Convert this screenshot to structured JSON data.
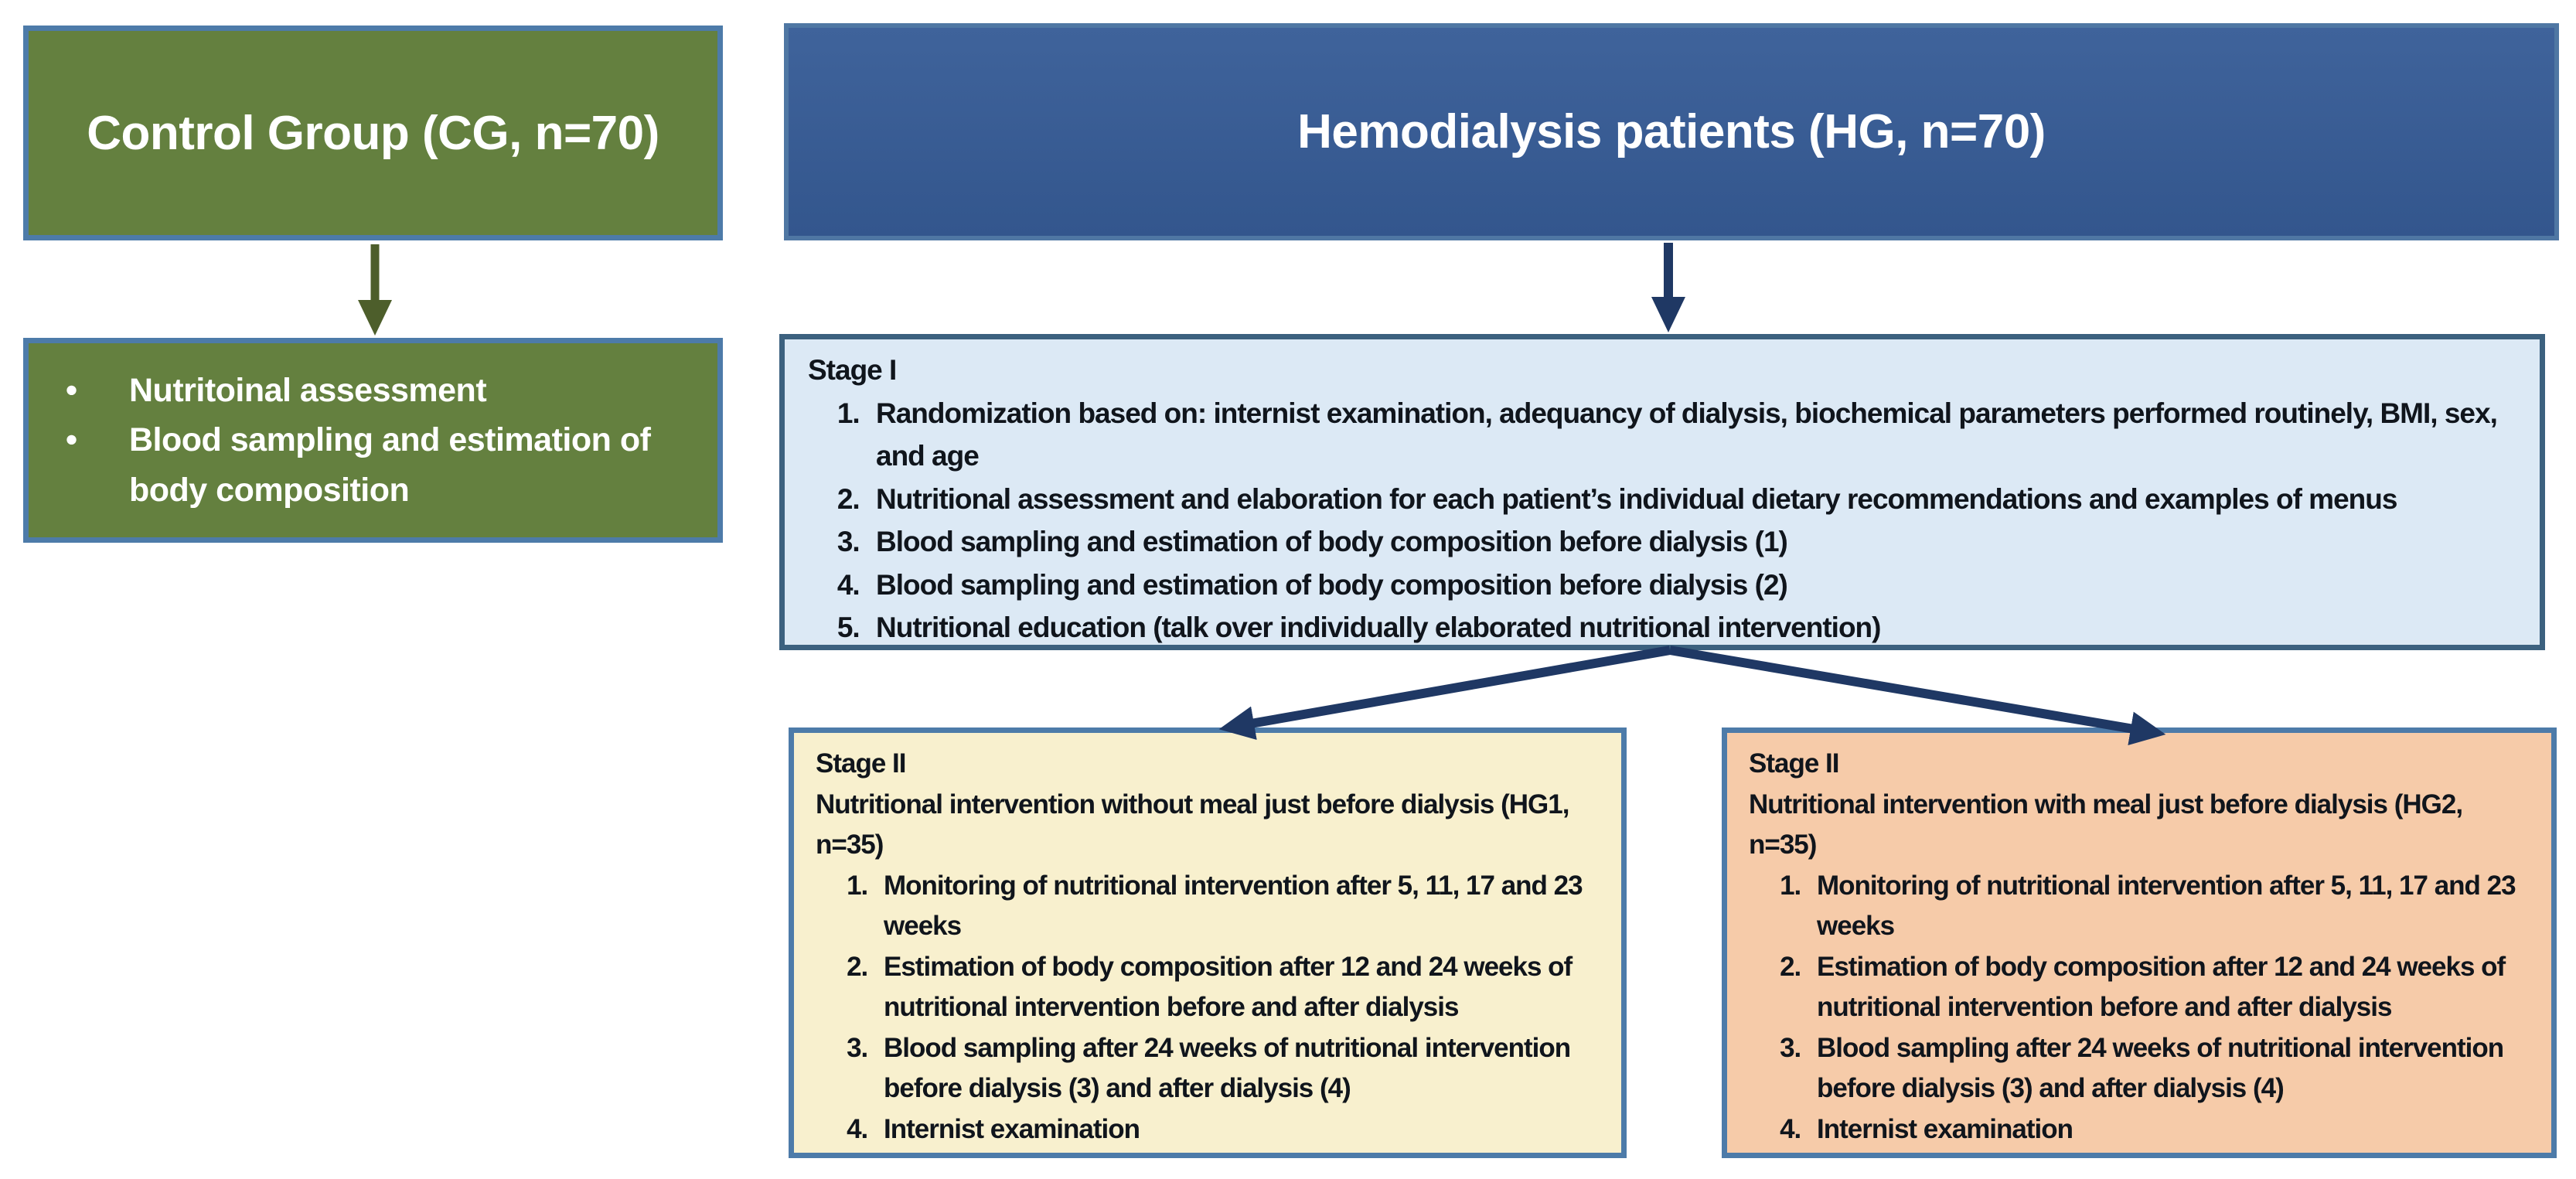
{
  "figure": {
    "control_group": {
      "title": "Control Group (CG, n=70)",
      "tasks": [
        "Nutritoinal assessment",
        "Blood sampling and estimation of body composition"
      ]
    },
    "hemodialysis_group": {
      "title": "Hemodialysis patients (HG, n=70)"
    },
    "stage1": {
      "heading": "Stage I",
      "items": [
        "Randomization based on: internist examination, adequancy of dialysis, biochemical parameters performed routinely, BMI, sex, and age",
        "Nutritional assessment and elaboration for each patient’s individual dietary recommendations and examples of menus",
        "Blood sampling and estimation of body composition before dialysis (1)",
        "Blood sampling and estimation of body composition before dialysis (2)",
        "Nutritional education (talk over individually elaborated nutritional intervention)"
      ]
    },
    "stage2_left": {
      "heading": "Stage II",
      "subtitle": "Nutritional intervention without meal just before dialysis (HG1, n=35)",
      "items": [
        "Monitoring of nutritional intervention after 5, 11, 17 and 23 weeks",
        "Estimation of body composition after 12 and 24 weeks of nutritional intervention before and after dialysis",
        "Blood sampling after 24 weeks of nutritional intervention before dialysis (3) and after dialysis (4)",
        "Internist examination"
      ]
    },
    "stage2_right": {
      "heading": "Stage II",
      "subtitle": "Nutritional intervention with meal just before dialysis (HG2, n=35)",
      "items": [
        "Monitoring of nutritional intervention after 5, 11, 17 and 23 weeks",
        "Estimation of body composition after 12 and 24 weeks of nutritional intervention before and after dialysis",
        "Blood sampling after 24 weeks of nutritional intervention before dialysis (3) and after dialysis (4)",
        "Internist examination"
      ]
    },
    "colors": {
      "green_box_fill": "#64803f",
      "green_box_border": "#4d7ba9",
      "header_box_fill": "#37598f",
      "header_box_border": "#4f77a3",
      "stage1_fill": "#dce9f5",
      "stage1_border": "#3c617f",
      "stage2_left_fill": "#f8f0ce",
      "stage2_right_fill": "#f6cba9",
      "stage2_border": "#4d7ba9",
      "navy_arrow": "#1f3864",
      "olive_arrow": "#4d5e2b",
      "text": "#10151c"
    }
  }
}
